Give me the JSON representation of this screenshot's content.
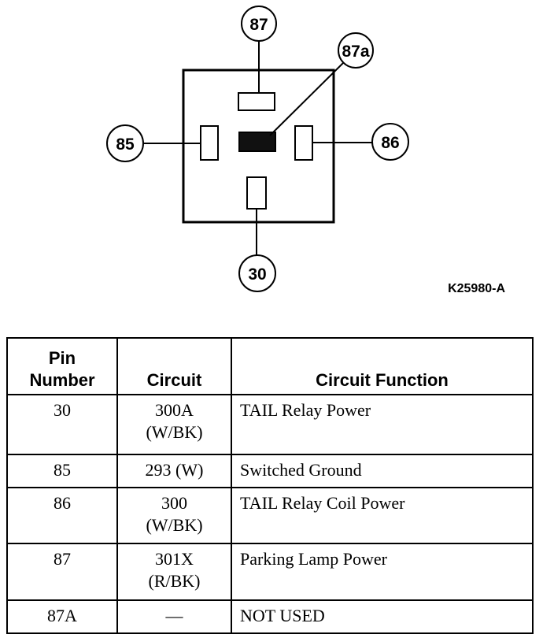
{
  "diagram": {
    "pins": {
      "p87": "87",
      "p87a": "87a",
      "p85": "85",
      "p86": "86",
      "p30": "30"
    },
    "figure_id": "K25980-A"
  },
  "table": {
    "headers": {
      "pin_number": "Pin\nNumber",
      "circuit": "Circuit",
      "circuit_function": "Circuit Function"
    },
    "rows": [
      {
        "pin": "30",
        "circuit": "300A\n(W/BK)",
        "function": "TAIL Relay Power"
      },
      {
        "pin": "85",
        "circuit": "293 (W)",
        "function": "Switched Ground"
      },
      {
        "pin": "86",
        "circuit": "300\n(W/BK)",
        "function": "TAIL Relay Coil Power"
      },
      {
        "pin": "87",
        "circuit": "301X\n(R/BK)",
        "function": "Parking Lamp Power"
      },
      {
        "pin": "87A",
        "circuit": "—",
        "function": "NOT USED"
      }
    ]
  }
}
